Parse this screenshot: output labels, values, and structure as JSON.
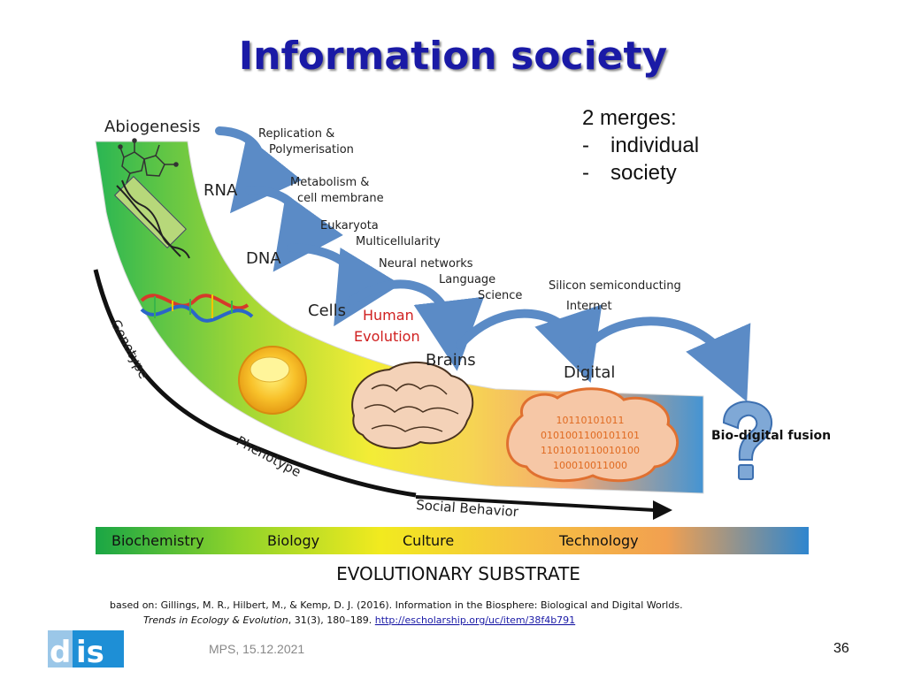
{
  "slide": {
    "title": "Information society",
    "notes": {
      "heading": "2 merges:",
      "items": [
        "individual",
        "society"
      ]
    },
    "footer": {
      "meta": "MPS, 15.12.2021",
      "page_number": "36",
      "logo_text": "dis"
    }
  },
  "figure": {
    "stages": [
      "Abiogenesis",
      "RNA",
      "DNA",
      "Cells",
      "Brains",
      "Digital"
    ],
    "human_evolution": "Human\nEvolution",
    "arrow_labels": [
      "Replication &\nPolymerisation",
      "Metabolism &\ncell membrane",
      "Eukaryota\nMulticellularity",
      "Neural networks\nLanguage\nScience",
      "Silicon semiconducting\nInternet"
    ],
    "binary_lines": [
      "10110101011",
      "0101001100101101",
      "1101010110010100",
      "100010011000"
    ],
    "fusion_label": "Bio-digital fusion",
    "curve_labels": [
      "Genotype",
      "Phenotype",
      "Social Behavior"
    ],
    "substrate_segments": [
      "Biochemistry",
      "Biology",
      "Culture",
      "Technology"
    ],
    "substrate_title": "EVOLUTIONARY SUBSTRATE",
    "citation": {
      "line1": "based on: Gillings, M. R., Hilbert, M., & Kemp, D. J. (2016). Information in the Biosphere: Biological and Digital Worlds.",
      "line2_italic": "Trends in Ecology & Evolution",
      "line2_rest": ", 31(3), 180–189. ",
      "link": "http://escholarship.org/uc/item/38f4b791"
    },
    "colors": {
      "title": "#1a1aa6",
      "arrow": "#4a7fc0",
      "human_evolution": "#d02020",
      "link": "#1a1aa6"
    }
  }
}
